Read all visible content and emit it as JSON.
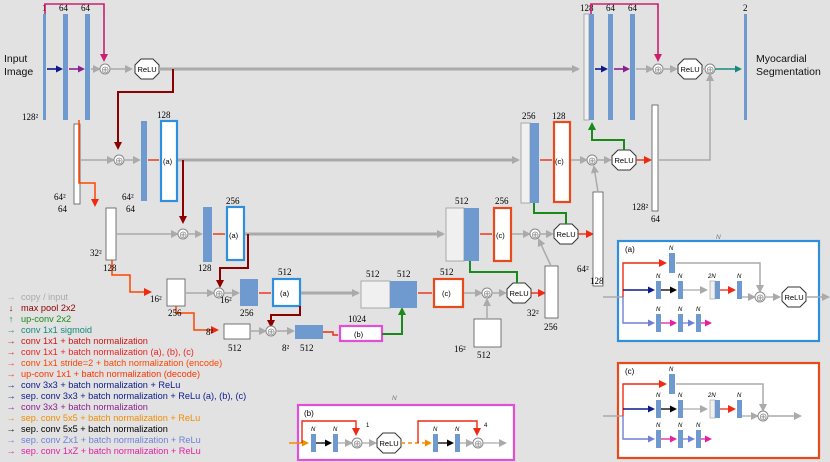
{
  "labels": {
    "input_image": "Input\nImage",
    "output": "Myocardial\nSegmentation",
    "block_a": "(a)",
    "block_b": "(b)",
    "block_c": "(c)",
    "relu": "ReLU",
    "plus": "⊕",
    "n": "N",
    "two_n": "2N",
    "one": "1",
    "four": "4"
  },
  "channels": {
    "c1": "1",
    "c64a": "64",
    "c64b": "64",
    "c128": "128",
    "c256": "256",
    "c512": "512",
    "c1024": "1024",
    "c2": "2",
    "c128b": "128",
    "c64c": "64",
    "c64d": "64",
    "c256b": "256",
    "c128c": "128",
    "c512b": "512",
    "c256c": "256",
    "c512c": "512",
    "c512d": "512"
  },
  "resolutions": {
    "r128": "128²",
    "r64": "64²",
    "r32": "32²",
    "r16": "16²",
    "r8": "8²",
    "r64b": "64²",
    "r32b": "32²",
    "r16b": "16²",
    "r8b": "8²",
    "r128b": "128²",
    "r64c": "64²",
    "r32c": "32²",
    "r16c": "16²"
  },
  "legend": [
    {
      "symbol": "→",
      "color": "#aaaaaa",
      "text": "copy / input"
    },
    {
      "symbol": "↓",
      "color": "#8b0000",
      "text": "max pool 2x2"
    },
    {
      "symbol": "↑",
      "color": "#1a8a1a",
      "text": "up-conv 2x2"
    },
    {
      "symbol": "→",
      "color": "#17897c",
      "text": "conv 1x1 sigmoid"
    },
    {
      "symbol": "→",
      "color": "#d11414",
      "text": "conv 1x1 + batch normalization"
    },
    {
      "symbol": "→",
      "color": "#ee2222",
      "text": "conv 1x1 + batch normalization (a), (b), (c)"
    },
    {
      "symbol": "→",
      "color": "#ff4500",
      "text": "conv 1x1 stride=2 + batch normalization (encode)"
    },
    {
      "symbol": "→",
      "color": "#ff3300",
      "text": "up-conv  1x1 + batch normalization (decode)"
    },
    {
      "symbol": "→",
      "color": "#0d1a8a",
      "text": "conv 3x3 + batch normalization + ReLu"
    },
    {
      "symbol": "→",
      "color": "#0d1a8a",
      "text": "sep. conv 3x3 + batch normalization + ReLu (a), (b), (c)"
    },
    {
      "symbol": "→",
      "color": "#8a2090",
      "text": "conv 3x3 + batch normalization"
    },
    {
      "symbol": "→",
      "color": "#f28c00",
      "text": "sep. conv 5x5 + batch normalization + ReLu"
    },
    {
      "symbol": "→",
      "color": "#000000",
      "text": "sep. conv 5x5 + batch normalization"
    },
    {
      "symbol": "→",
      "color": "#6f7fd8",
      "text": "sep. conv Zx1 + batch normalization + ReLu"
    },
    {
      "symbol": "→",
      "color": "#e51fa0",
      "text": "sep. conv 1xZ + batch normalization + ReLu"
    }
  ],
  "colors": {
    "blue_block": "#6f9acf",
    "panel_a": "#2f8fdc",
    "panel_b": "#e14fd8",
    "panel_c": "#e84a1c",
    "gray_arrow": "#aaaaaa",
    "maxpool": "#8b0000",
    "upconv": "#1a8a1a",
    "sigmoid": "#17897c"
  }
}
